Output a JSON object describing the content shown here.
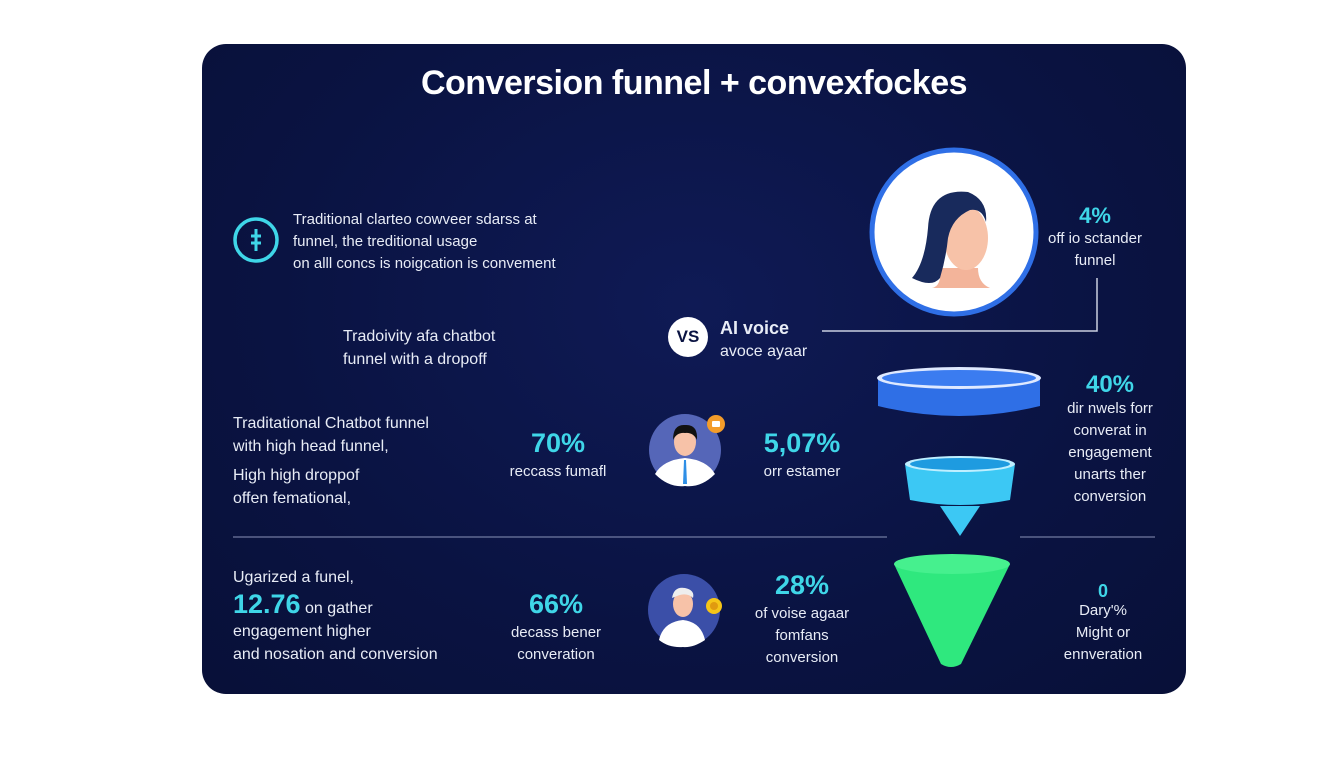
{
  "title": "Conversion funnel  +  convexfockes",
  "intro": {
    "icon": "currency-icon",
    "lines": [
      "Traditional clarteo cowveer sdarss at",
      "funnel, the treditional usage",
      "on alll concs is noigcation is convement"
    ]
  },
  "subtitle_left": {
    "lines": [
      "Tradoivity afa chatbot",
      "funnel with a dropoff"
    ]
  },
  "vs": {
    "badge": "VS",
    "lines": [
      "AI voice",
      "avoce ayaar"
    ]
  },
  "portrait_stat": {
    "value": "4%",
    "lines": [
      "off io sctander",
      "funnel"
    ]
  },
  "top_funnel_stat": {
    "value": "40%",
    "lines": [
      "dir nwels forr",
      "converat in",
      "engagement",
      "unarts ther",
      "conversion"
    ]
  },
  "row1": {
    "left_lines": [
      "Traditational Chatbot funnel",
      "with high head funnel,"
    ],
    "left_lines2": [
      "High high droppof",
      "offen femational,"
    ],
    "stat_a": {
      "value": "70%",
      "label": "reccass fumafl"
    },
    "stat_b": {
      "value": "5,07%",
      "label": "orr estamer"
    }
  },
  "row2": {
    "left_line1": "Ugarized a funel,",
    "left_value": "12.76",
    "left_value_suffix": "on gather",
    "left_lines": [
      "engagement higher",
      "and nosation and conversion"
    ],
    "stat_a": {
      "value": "66%",
      "lines": [
        "decass bener",
        "converation"
      ]
    },
    "stat_b": {
      "value": "28%",
      "lines": [
        "of voise agaar",
        "fomfans",
        "conversion"
      ]
    },
    "stat_c": {
      "value": "0",
      "lines": [
        "Dary'%",
        "Might or",
        "ennveration"
      ]
    }
  },
  "colors": {
    "background": "#0a1342",
    "accent_cyan": "#3fd6e8",
    "funnel_blue": "#2f6fe6",
    "funnel_cyan": "#3cc8f4",
    "funnel_green": "#2fe87e"
  }
}
